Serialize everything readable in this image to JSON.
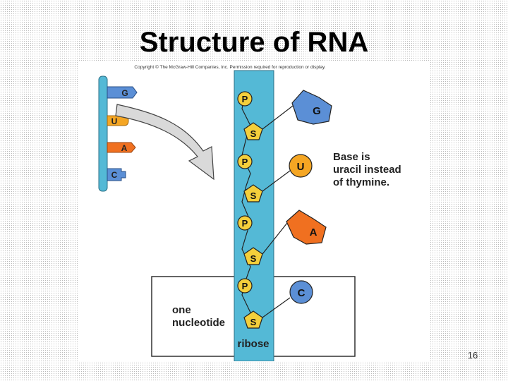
{
  "slide": {
    "title": "Structure of RNA",
    "page_number": "16"
  },
  "figure": {
    "copyright": "Copyright © The McGraw-Hill Companies, Inc. Permission required for reproduction or display.",
    "backbone_label": "ribose",
    "caption_lines": [
      "Base is",
      "uracil instead",
      "of thymine."
    ],
    "nucleotide_label_lines": [
      "one",
      "nucleotide"
    ],
    "small_strand_bases": [
      {
        "letter": "G",
        "color": "#5b8fd6"
      },
      {
        "letter": "U",
        "color": "#f5a623"
      },
      {
        "letter": "A",
        "color": "#f07020"
      },
      {
        "letter": "C",
        "color": "#5b8fd6"
      }
    ],
    "phosphate_symbol": "P",
    "sugar_symbol": "S",
    "nucleotide_bases": [
      {
        "letter": "G",
        "shape": "pentagon",
        "color": "#5b8fd6"
      },
      {
        "letter": "U",
        "shape": "circle",
        "color": "#f5a623"
      },
      {
        "letter": "A",
        "shape": "pentagon",
        "color": "#f07020"
      },
      {
        "letter": "C",
        "shape": "circle",
        "color": "#5b8fd6"
      }
    ],
    "colors": {
      "backbone": "#54b9d6",
      "phosphate": "#f4cf3b",
      "sugar": "#f4cf3b",
      "arrow": "#d9d9d9"
    }
  }
}
